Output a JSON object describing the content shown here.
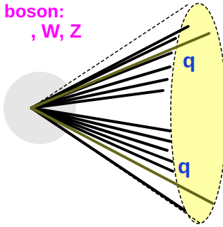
{
  "diagram": {
    "labels": [
      "boson:",
      ", W, Z",
      "q",
      "q"
    ]
  }
}
